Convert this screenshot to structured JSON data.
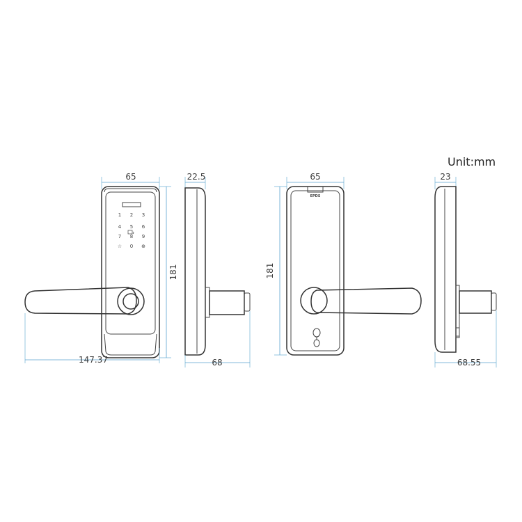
{
  "unit_label": "Unit:mm",
  "views": {
    "front": {
      "width": "65",
      "height": "181",
      "lever_length": "147.37"
    },
    "side": {
      "width": "22.5",
      "depth": "68"
    },
    "back": {
      "width": "65",
      "height": "181",
      "mark": "EPDS"
    },
    "back_side": {
      "width": "23",
      "depth": "68.55"
    }
  },
  "keypad": {
    "keys": [
      "1",
      "2",
      "3",
      "4",
      "5",
      "6",
      "7",
      "8",
      "9",
      "☆",
      "0",
      "⊕"
    ]
  }
}
